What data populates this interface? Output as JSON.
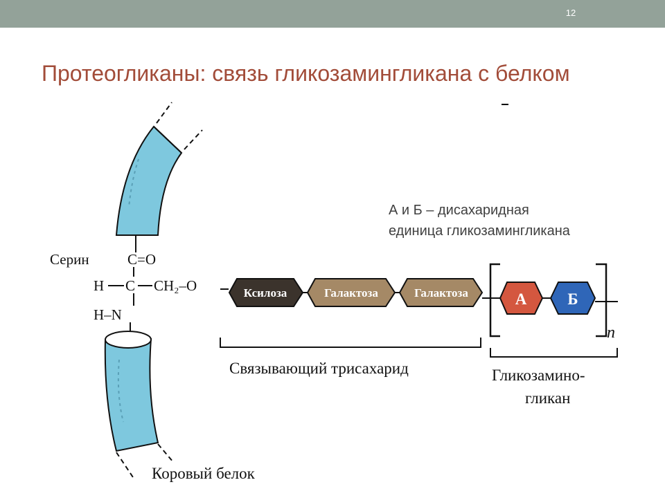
{
  "slide": {
    "number": "12",
    "title": "Протеогликаны: связь гликозамингликана с белком"
  },
  "note": {
    "line1": "А и Б – дисахаридная",
    "line2": "единица гликозамингликана"
  },
  "chem": {
    "serine_label": "Серин",
    "carbonyl": "C=O",
    "h_left": "H",
    "c_center": "C",
    "ch2_o": "CH₂–O",
    "n_line": "H–N"
  },
  "chain": {
    "units": [
      {
        "label": "Ксилоза",
        "color": "#3b332c"
      },
      {
        "label": "Галактоза",
        "color": "#a58966"
      },
      {
        "label": "Галактоза",
        "color": "#a58966"
      }
    ],
    "disaccharide": [
      {
        "label": "А",
        "color": "#d4573f"
      },
      {
        "label": "Б",
        "color": "#2f66b8"
      }
    ],
    "repeat_symbol": "n"
  },
  "labels": {
    "linker": "Связывающий трисахарид",
    "gag_line1": "Гликозамино-",
    "gag_line2": "гликан",
    "core_protein": "Коровый белок"
  },
  "colors": {
    "protein_fill": "#7ec8de",
    "title": "#a24c39",
    "topbar": "#93a299"
  }
}
